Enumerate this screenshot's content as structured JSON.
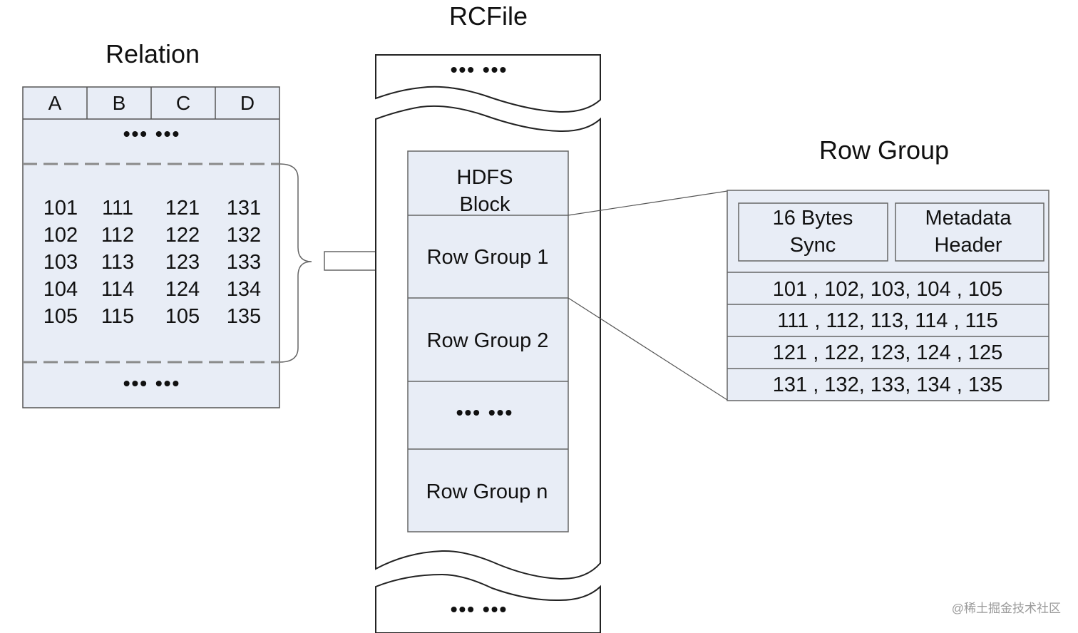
{
  "colors": {
    "fill": "#e8edf6",
    "stroke": "#555555",
    "dash": "#8a8a8a"
  },
  "relation": {
    "title": "Relation",
    "columns": [
      "A",
      "B",
      "C",
      "D"
    ],
    "ellipsis_top": "•••  •••",
    "rows": [
      [
        "101",
        "111",
        "121",
        "131"
      ],
      [
        "102",
        "112",
        "122",
        "132"
      ],
      [
        "103",
        "113",
        "123",
        "133"
      ],
      [
        "104",
        "114",
        "124",
        "134"
      ],
      [
        "105",
        "115",
        "105",
        "135"
      ]
    ],
    "ellipsis_bottom": "•••  •••"
  },
  "rcfile": {
    "title": "RCFile",
    "ellipsis_top": "•••  •••",
    "ellipsis_bottom": "•••  •••",
    "block_label_1": "HDFS",
    "block_label_2": "Block",
    "segments": [
      "Row Group 1",
      "Row Group 2",
      "•••  •••",
      "Row Group n"
    ]
  },
  "row_group": {
    "title": "Row Group",
    "sync_1": "16 Bytes",
    "sync_2": "Sync",
    "meta_1": "Metadata",
    "meta_2": "Header",
    "columns": [
      "101 , 102, 103, 104 , 105",
      "111 , 112, 113, 114 , 115",
      "121 , 122, 123, 124 , 125",
      "131 , 132, 133, 134 , 135"
    ]
  },
  "watermark": "@稀土掘金技术社区"
}
